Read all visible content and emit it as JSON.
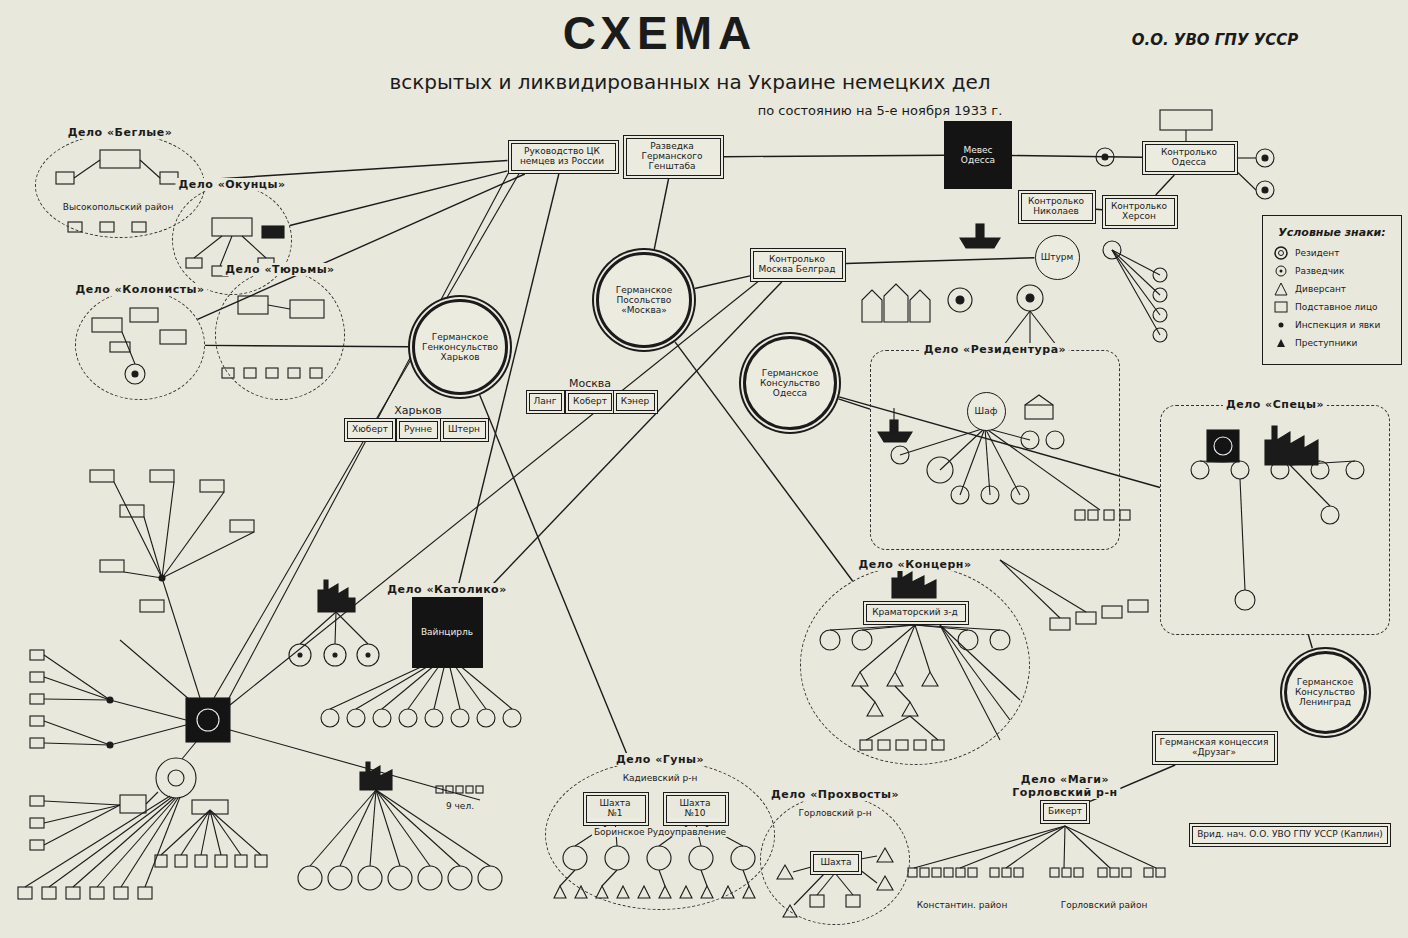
{
  "diagram": {
    "title": "СХЕМА",
    "nodes": [
      {
        "text": [
          "Руководство ЦК немцев из России"
        ]
      },
      {
        "text": [
          "Разведка Германского Генштаба"
        ]
      },
      {
        "text": [
          "Германское Посольство «Москва»"
        ]
      },
      {
        "text": [
          "Контролько Москва Белград"
        ]
      },
      {
        "text": [
          "Мевес Одесса"
        ]
      },
      {
        "text": [
          "Контролько Одесса"
        ]
      },
      {
        "text": [
          "Контролько Херсон"
        ]
      },
      {
        "text": [
          "Контролько Николаев"
        ]
      },
      {
        "text": [
          "Штурм"
        ]
      },
      {
        "text": [
          "Германское Генконсульство Харьков"
        ]
      },
      {
        "text": [
          "Германское Консульство Одесса"
        ]
      },
      {
        "text": [
          "Германское Консульство Ленинград"
        ]
      },
      {
        "text": [
          "Дело «Беглые»"
        ]
      },
      {
        "text": [
          "Дело «Окунцы»"
        ]
      },
      {
        "text": [
          "Дело «Колонисты»"
        ]
      },
      {
        "text": [
          "Дело «Тюрьмы»"
        ]
      },
      {
        "text": [
          "Дело «Резидентура»"
        ]
      },
      {
        "text": [
          "Шаф"
        ],
        "in": 16
      },
      {
        "text": [
          "Дело «Спецы»"
        ]
      },
      {
        "text": [
          "Дело «Концерн»"
        ]
      },
      {
        "text": [
          "Краматорский з-д"
        ],
        "in": 19
      },
      {
        "text": [
          "Дело «Католико»",
          "Вайнцирль"
        ]
      },
      {
        "text": [
          "Дело «Гуны»",
          "Кадиевский р-н"
        ]
      },
      {
        "text": [
          "Шахта №1"
        ],
        "in": 22
      },
      {
        "text": [
          "Шахта №10"
        ],
        "in": 22
      },
      {
        "text": [
          "Дело «Прохвосты»",
          "Горловский р-н"
        ]
      },
      {
        "text": [
          "Шахта"
        ],
        "in": 25
      },
      {
        "text": [
          "Дело «Маги»",
          "Горловский р-н",
          "Бикерт"
        ]
      },
      {
        "text": [
          "Германская концессия «Друзаг»"
        ]
      },
      {
        "text": [
          "Хюберт"
        ]
      },
      {
        "text": [
          "Рунне"
        ]
      },
      {
        "text": [
          "Штерн"
        ]
      },
      {
        "text": [
          "Ланг"
        ]
      },
      {
        "text": [
          "Коберт"
        ]
      },
      {
        "text": [
          "Кэнер"
        ]
      },
      {
        "text": [
          "Врид. нач. О.О. УВО ГПУ УССР (Каплин)"
        ]
      }
    ],
    "edges": [
      {
        "from": 0,
        "to": 12,
        "arrow": "none"
      },
      {
        "from": 0,
        "to": 13,
        "arrow": "none"
      },
      {
        "from": 0,
        "to": 14,
        "arrow": "none"
      },
      {
        "from": 0,
        "to": 21,
        "arrow": "none"
      },
      {
        "from": 1,
        "to": 2,
        "arrow": "none"
      },
      {
        "from": 1,
        "to": 4,
        "arrow": "none"
      },
      {
        "from": 4,
        "to": 5,
        "arrow": "none"
      },
      {
        "from": 5,
        "to": 6,
        "arrow": "none"
      },
      {
        "from": 6,
        "to": 7,
        "arrow": "none"
      },
      {
        "from": 2,
        "to": 3,
        "arrow": "none"
      },
      {
        "from": 3,
        "to": 21,
        "arrow": "none"
      },
      {
        "from": 3,
        "to": 8,
        "arrow": "none"
      },
      {
        "from": 9,
        "to": 14,
        "arrow": "none"
      },
      {
        "from": 9,
        "to": 22,
        "arrow": "none"
      },
      {
        "from": 10,
        "to": 16,
        "arrow": "none"
      },
      {
        "from": 10,
        "to": 18,
        "arrow": "none"
      },
      {
        "from": 2,
        "to": 19,
        "arrow": "none"
      },
      {
        "from": 11,
        "to": 18,
        "arrow": "none"
      },
      {
        "from": 27,
        "to": 28,
        "arrow": "none"
      }
    ],
    "labels": [
      "вскрытых и ликвидированных на Украине немецких дел",
      "по состоянию на 5-е ноября 1933 г.",
      "О.О. УВО ГПУ УССР",
      "Харьков",
      "Москва",
      "Высокопольский район",
      "Боринское Рудоуправление",
      "9 чел.",
      "Константин. район",
      "Горловский район",
      "Условные знаки:"
    ],
    "legend": [
      {
        "text": "Резидент"
      },
      {
        "text": "Разведчик"
      },
      {
        "text": "Диверсант"
      },
      {
        "text": "Подставное лицо"
      },
      {
        "text": "Инспекция и явки"
      },
      {
        "text": "Преступники"
      }
    ]
  }
}
